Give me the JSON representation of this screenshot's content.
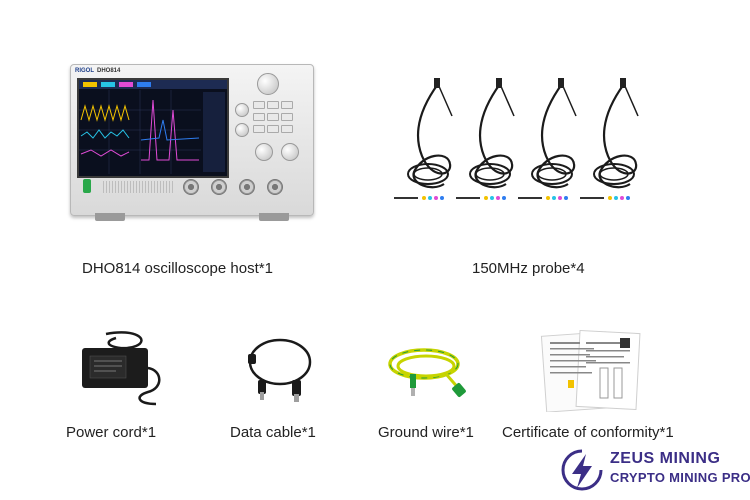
{
  "items": [
    {
      "caption": "DHO814 oscilloscope host*1"
    },
    {
      "caption": "150MHz probe*4"
    },
    {
      "caption": "Power cord*1"
    },
    {
      "caption": "Data cable*1"
    },
    {
      "caption": "Ground wire*1"
    },
    {
      "caption": "Certificate of conformity*1"
    }
  ],
  "scope": {
    "brand": "RIGOL",
    "model": "DHO814"
  },
  "logo": {
    "line1": "ZEUS MINING",
    "line2": "CRYPTO MINING PRO"
  },
  "colors": {
    "logo": "#3b2e86",
    "ground_wire": "#c7d400",
    "ground_wire_stripe": "#1f9a3a"
  }
}
